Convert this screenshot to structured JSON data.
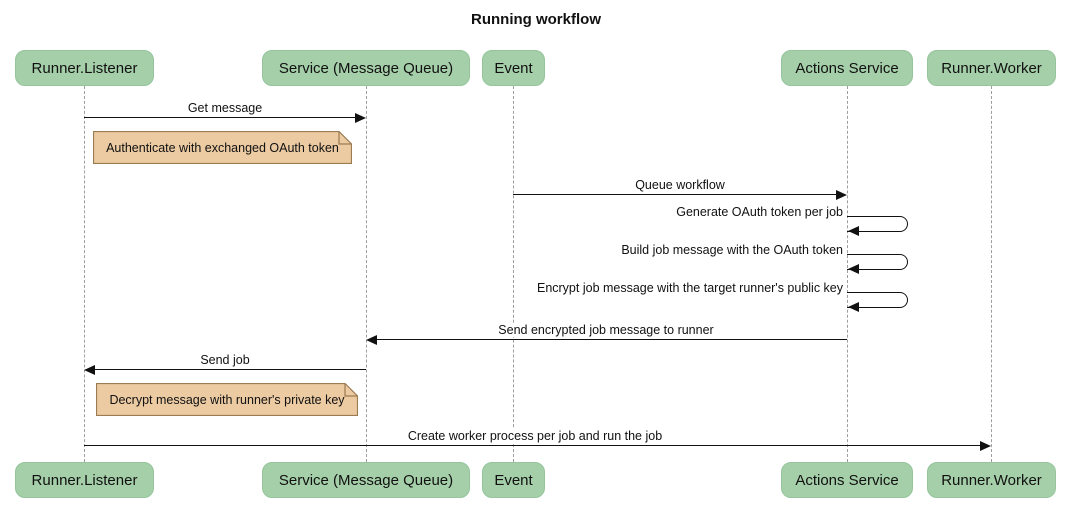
{
  "title": "Running workflow",
  "actors": [
    {
      "label": "Runner.Listener"
    },
    {
      "label": "Service (Message Queue)"
    },
    {
      "label": "Event"
    },
    {
      "label": "Actions Service"
    },
    {
      "label": "Runner.Worker"
    }
  ],
  "messages": [
    {
      "text": "Get message",
      "from": "Runner.Listener",
      "to": "Service (Message Queue)",
      "kind": "arrow-right"
    },
    {
      "text": "Queue workflow",
      "from": "Event",
      "to": "Actions Service",
      "kind": "arrow-right"
    },
    {
      "text": "Generate OAuth token per job",
      "from": "Actions Service",
      "to": "Actions Service",
      "kind": "self"
    },
    {
      "text": "Build job message with the OAuth token",
      "from": "Actions Service",
      "to": "Actions Service",
      "kind": "self"
    },
    {
      "text": "Encrypt job message with the target runner's public key",
      "from": "Actions Service",
      "to": "Actions Service",
      "kind": "self"
    },
    {
      "text": "Send encrypted job message to runner",
      "from": "Actions Service",
      "to": "Service (Message Queue)",
      "kind": "arrow-left"
    },
    {
      "text": "Send job",
      "from": "Service (Message Queue)",
      "to": "Runner.Listener",
      "kind": "arrow-left"
    },
    {
      "text": "Create worker process per job and run the job",
      "from": "Runner.Listener",
      "to": "Runner.Worker",
      "kind": "arrow-right"
    }
  ],
  "notes": [
    {
      "text": "Authenticate with exchanged OAuth token"
    },
    {
      "text": "Decrypt message with runner's private key"
    }
  ],
  "colors": {
    "actor_fill": "#a5cfa9",
    "actor_border": "#95c49d",
    "note_fill": "#eccba3",
    "note_border": "#9b7b50",
    "lifeline": "#9e9e9e",
    "line": "#111111"
  }
}
